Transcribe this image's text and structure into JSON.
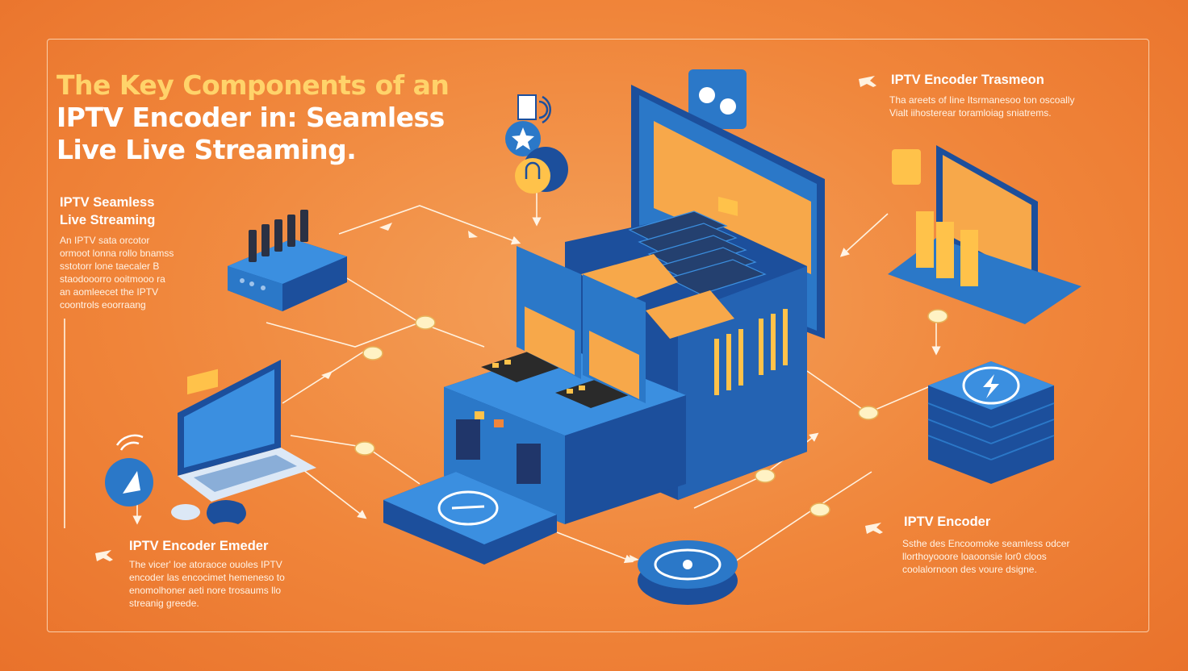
{
  "title": {
    "line1": "The Key Components of an",
    "line2": "IPTV Encoder in: Seamless",
    "line3": "Live Live Streaming."
  },
  "callouts": {
    "left_top": {
      "heading_line1": "IPTV Seamless",
      "heading_line2": "Live Streaming",
      "body": [
        "An IPTV sata orcotor",
        "ormoot lonna rollo bnamss",
        "sstotorr lone taecaler B",
        "staodooorro ooitmooo ra",
        "an aomleecet the IPTV",
        "coontrols eoorraang"
      ]
    },
    "top_right": {
      "heading": "IPTV Encoder Trasmeon",
      "body": [
        "Tha areets of Iine Itsrmanesoo ton oscoally",
        "Vialt iihosterear toramloiag sniatrems."
      ]
    },
    "bottom_left": {
      "heading": "IPTV Encoder Emeder",
      "body": [
        "The vicer' loe atoraoce ouoles IPTV",
        "encoder las encocimet hemeneso to",
        "enomolhoner aeti nore trosaums llo",
        "streanig greede."
      ]
    },
    "bottom_right": {
      "heading": "IPTV Encoder",
      "body": [
        "Ssthe des Encoomoke seamless odcer",
        "llorthoyooore loaoonsie lor0 cloos",
        "coolalornoon des voure dsigne."
      ]
    }
  },
  "colors": {
    "background": "#f0853a",
    "device_blue": "#2b78c8",
    "device_dark": "#1c4f9c",
    "accent_yellow": "#ffc24a",
    "screen_orange": "#f7a84a",
    "connector_node": "#fff2c4"
  },
  "icons": [
    "headset-icon",
    "bell-icon",
    "chat-bubble-icon",
    "lightning-icon",
    "satellite-icon",
    "star-icon",
    "airplane-icon"
  ]
}
